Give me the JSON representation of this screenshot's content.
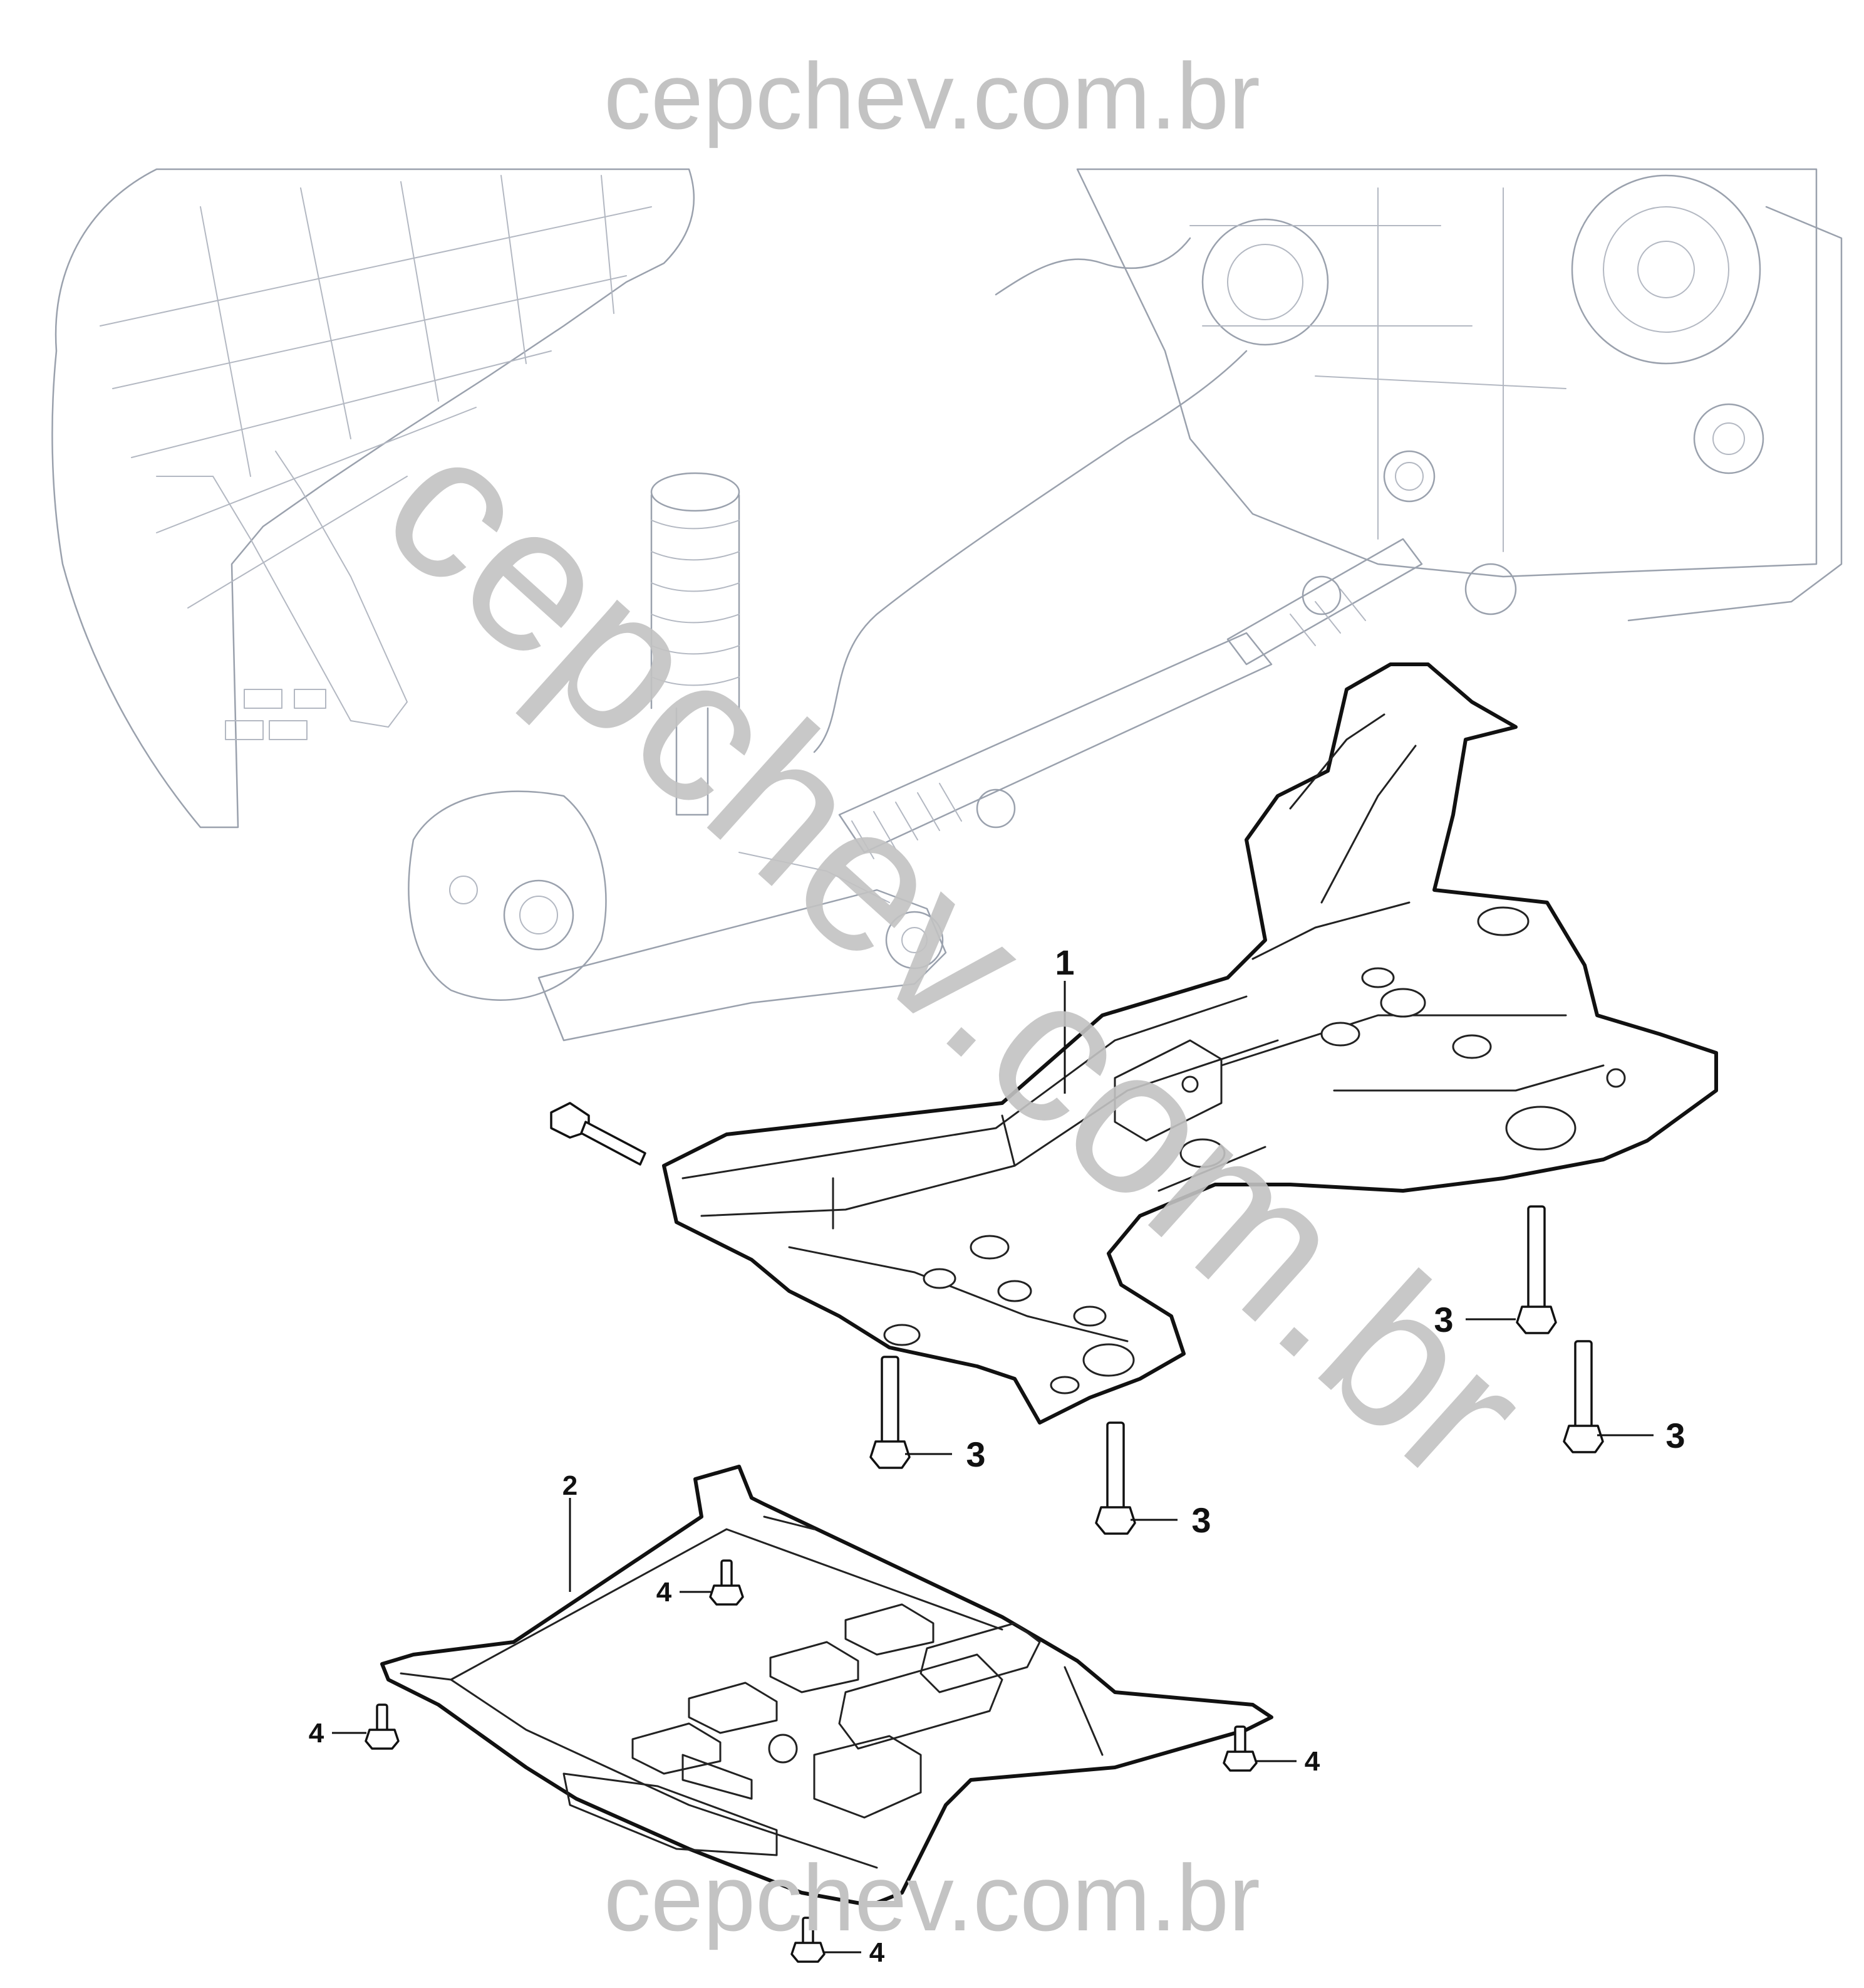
{
  "watermarks": {
    "top": "cepchev.com.br",
    "diagonal": "cepchev.com.br",
    "bottom": "cepchev.com.br"
  },
  "callouts": {
    "part1": "1",
    "part2": "2",
    "bolt3": "3",
    "bolt4": "4"
  },
  "colors": {
    "watermark": "#c3c3c3",
    "ink": "#111111",
    "ghost_line": "#9aa1ad"
  }
}
